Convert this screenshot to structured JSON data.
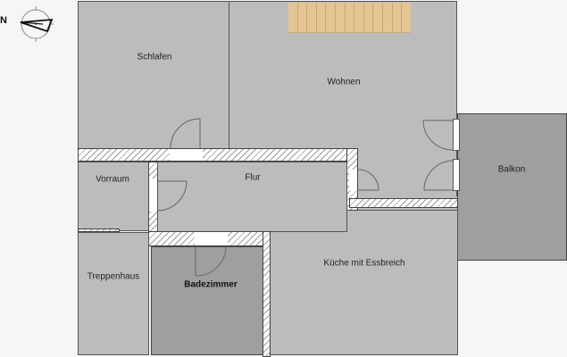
{
  "floorplan": {
    "compass": {
      "north_label": "N",
      "icon": "compass-icon"
    },
    "rooms": {
      "schlafen": "Schlafen",
      "wohnen": "Wohnen",
      "balkon": "Balkon",
      "vorraum": "Vorraum",
      "flur": "Flur",
      "treppenhaus": "Treppenhaus",
      "badezimmer": "Badezimmer",
      "kueche": "Küche mit Essbreich"
    },
    "stairs": {
      "tread_count": 13
    },
    "colors": {
      "room_fill": "#bcbcbc",
      "dark_room_fill": "#9f9f9f",
      "stairs_fill": "#e6c594",
      "wall_line": "#555555",
      "background": "#f6f6f6"
    }
  }
}
